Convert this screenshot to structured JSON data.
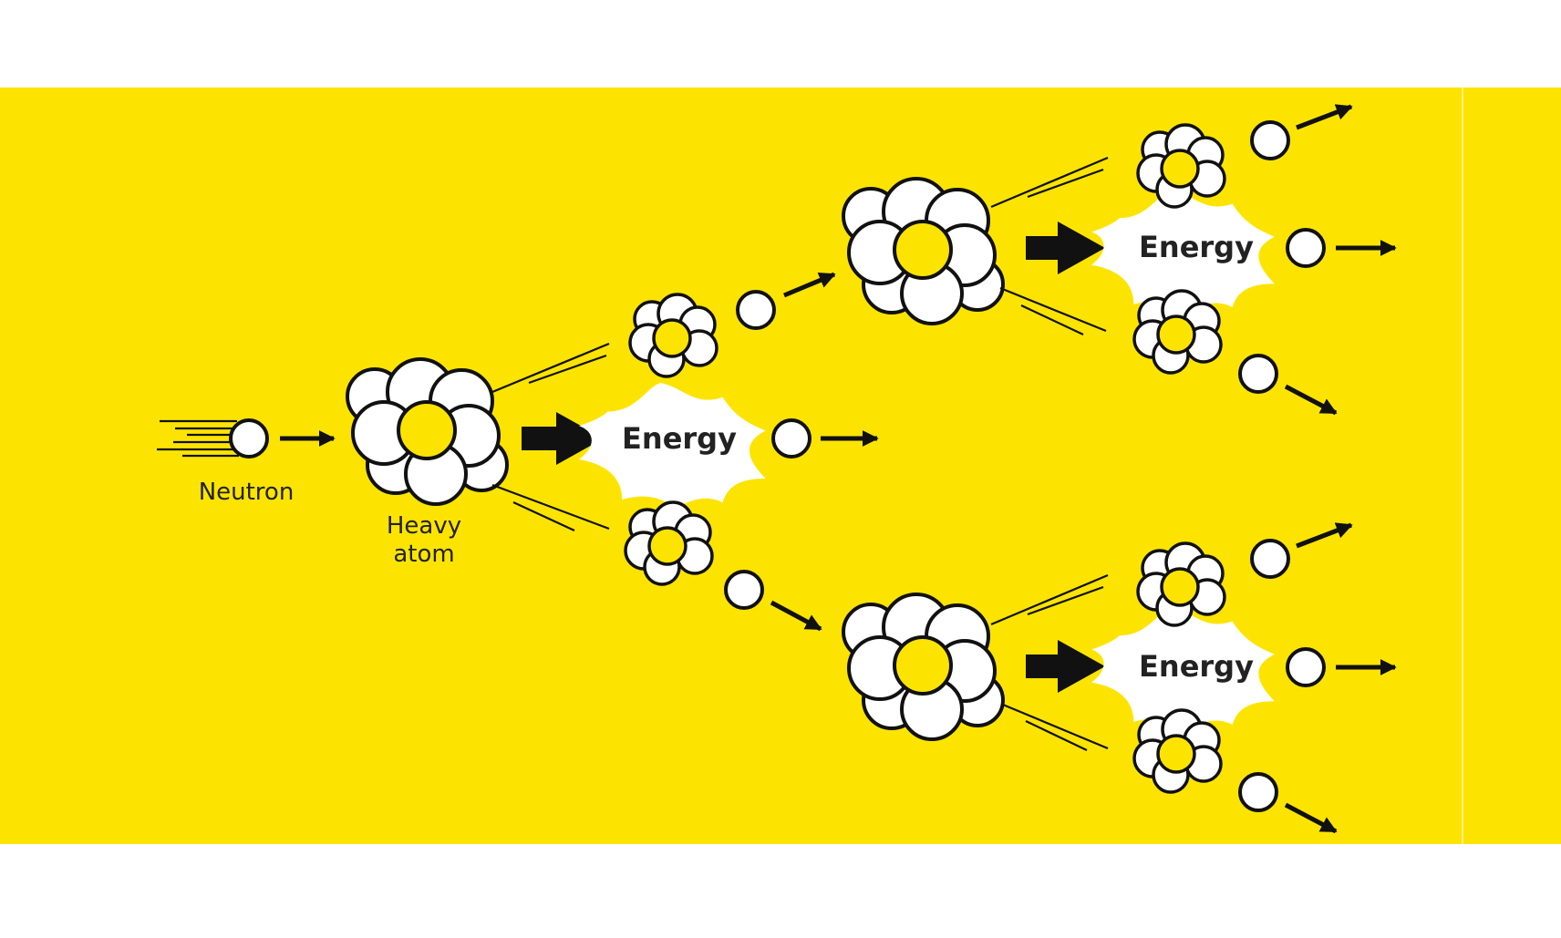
{
  "labels": {
    "neutron": "Neutron",
    "heavy_atom_line1": "Heavy",
    "heavy_atom_line2": "atom",
    "energy_1": "Energy",
    "energy_2": "Energy",
    "energy_3": "Energy"
  },
  "colors": {
    "background": "#ffffff",
    "band": "#fde400",
    "ink": "#111111",
    "nucleon": "#ffffff",
    "core": "#fde400",
    "burst": "#ffffff"
  },
  "icons": [
    "neutron-icon",
    "heavy-atom-icon",
    "fission-fragment-icon",
    "energy-burst-icon",
    "arrow-icon",
    "big-arrow-icon"
  ]
}
